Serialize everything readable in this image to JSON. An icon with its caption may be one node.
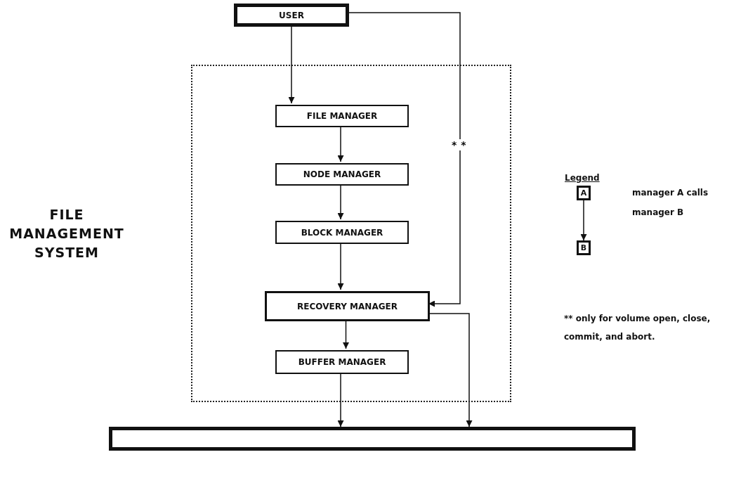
{
  "diagram": {
    "title": "FILE MANAGEMENT SYSTEM",
    "nodes": [
      {
        "text": [
          "USER"
        ]
      },
      {
        "text": [],
        "shape": "box"
      },
      {
        "text": [
          "FILE MANAGER"
        ],
        "in": 1
      },
      {
        "text": [
          "NODE MANAGER"
        ],
        "in": 1
      },
      {
        "text": [
          "BLOCK MANAGER"
        ],
        "in": 1
      },
      {
        "text": [
          "RECOVERY MANAGER"
        ],
        "in": 1
      },
      {
        "text": [
          "BUFFER MANAGER"
        ],
        "in": 1
      },
      {
        "text": [],
        "shape": "box"
      },
      {
        "text": [
          "A"
        ]
      },
      {
        "text": [
          "B"
        ]
      }
    ],
    "edges": [
      {
        "from": 0,
        "to": 2,
        "arrow": "to"
      },
      {
        "from": 2,
        "to": 3,
        "arrow": "to"
      },
      {
        "from": 3,
        "to": 4,
        "arrow": "to"
      },
      {
        "from": 4,
        "to": 5,
        "arrow": "to"
      },
      {
        "from": 5,
        "to": 6,
        "arrow": "to"
      },
      {
        "from": 6,
        "to": 7,
        "arrow": "to"
      },
      {
        "from": 0,
        "to": 5,
        "arrow": "to",
        "label": "**"
      },
      {
        "from": 5,
        "to": 7,
        "arrow": "to"
      },
      {
        "from": 8,
        "to": 9,
        "arrow": "to"
      }
    ],
    "labels": [
      "Legend",
      "** only for volume open, close, commit, and abort."
    ],
    "legend": [
      {
        "text": "manager A calls manager B"
      }
    ]
  }
}
